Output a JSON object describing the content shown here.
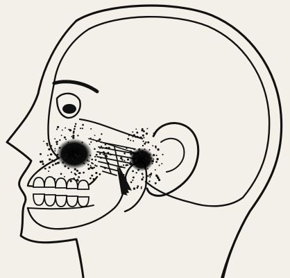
{
  "figure": {
    "colors": {
      "paper": "#f2f0e9",
      "ink": "#111111",
      "pain_area": "#0b0b0b"
    },
    "regions": [
      "head-profile-outline",
      "skull-outline",
      "orbit",
      "maxilla",
      "mandible",
      "teeth",
      "temporomandibular-joint",
      "masseter-muscle",
      "ear",
      "neck"
    ]
  }
}
